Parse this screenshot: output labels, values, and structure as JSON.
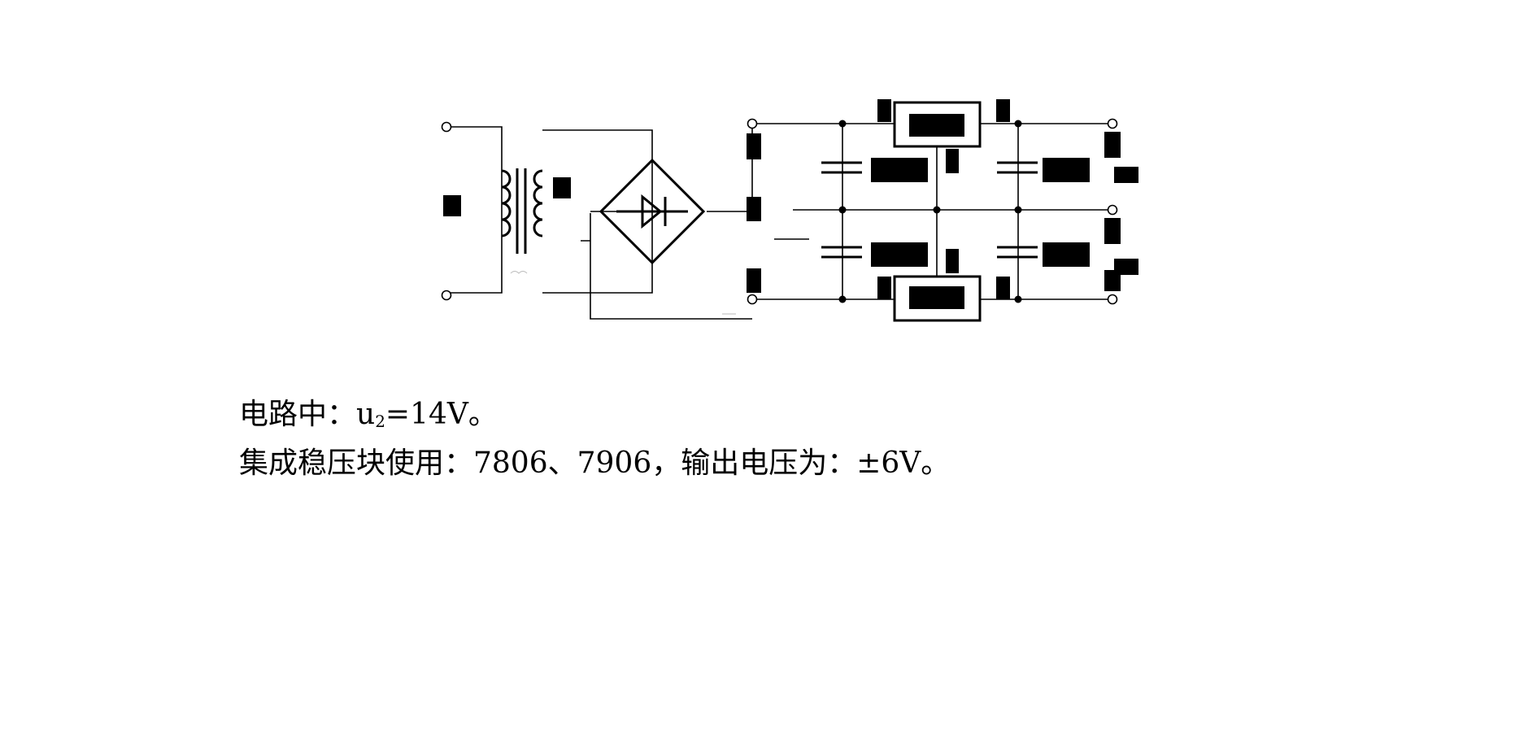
{
  "diagram": {
    "kind": "dual-supply regulated power circuit",
    "components": [
      "transformer-icon",
      "bridge-rectifier-icon",
      "capacitor-icon",
      "regulator-block-icon",
      "terminal-icon",
      "junction-dot-icon",
      "ground-symbol-icon"
    ],
    "colors": {
      "line": "#000000",
      "label_block": "#000000",
      "terminal_fill": "#ffffff"
    }
  },
  "text": {
    "line1": {
      "prefix": "电路中：u",
      "subscript": "2",
      "suffix": "=14V。"
    },
    "line2": "集成稳压块使用：7806、7906，输出电压为：±6V。"
  }
}
